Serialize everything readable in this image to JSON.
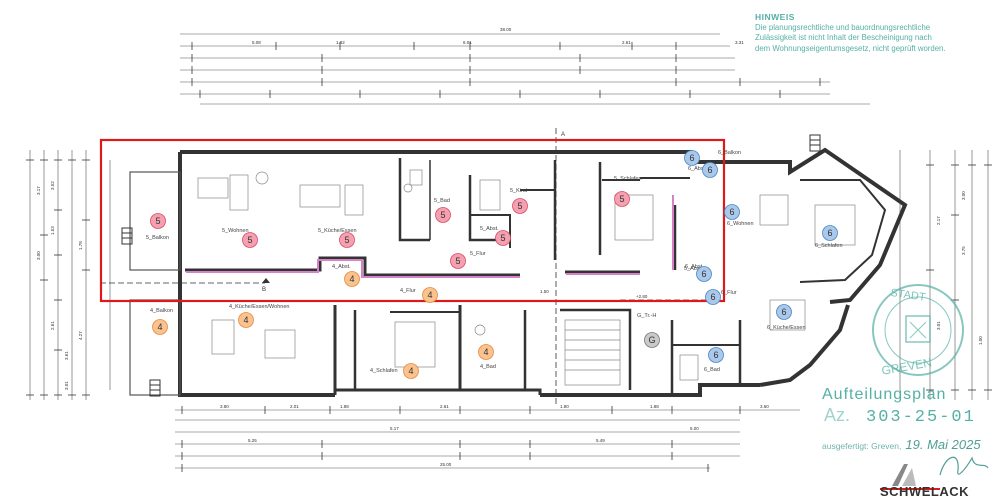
{
  "note": {
    "heading": "HINWEIS",
    "lines": [
      "Die planungsrechtliche und bauordnungsrechtliche",
      "Zulässigkeit ist nicht Inhalt der Bescheinigung nach",
      "dem Wohnungseigentumsgesetz, nicht geprüft worden."
    ]
  },
  "rooms": {
    "u5": [
      "5_Balkon",
      "5_Wohnen",
      "5_Küche/Essen",
      "5_Bad",
      "5_Kind",
      "5_Abst.",
      "5_Flur",
      "5_Schlafen",
      "5_Abst.",
      "4_Abst."
    ],
    "u4": [
      "4_Balkon",
      "4_Küche/Essen/Wohnen",
      "4_Flur",
      "4_Schlafen",
      "4_Bad"
    ],
    "u6": [
      "6_Balkon",
      "6_Abst.",
      "6_Wohnen",
      "6_Schlafen",
      "6_Abst.",
      "6_Flur",
      "6_Küche/Essen",
      "6_Bad"
    ],
    "common": [
      "G_Tr.-H"
    ]
  },
  "unit_numbers": {
    "u5": "5",
    "u4": "4",
    "u6": "6",
    "common": "G"
  },
  "markers": {
    "section_a": "A",
    "section_b": "B"
  },
  "dimensions": {
    "top_total": "38.00",
    "bottom_total": "25.00",
    "top_row": [
      "5.08",
      "1.82",
      "6.01",
      "2.61",
      "3.31"
    ],
    "bottom_row": [
      "3.80",
      "2.01",
      "1.88",
      "2.61",
      "1.80",
      "1.88",
      "3.60"
    ],
    "bottom_row2": [
      "5.25",
      "5.17",
      "5.49",
      "5.00"
    ],
    "left_side": [
      "3.17",
      "3.00",
      "3.52",
      "1.53",
      "2.61",
      "1.78",
      "4.27",
      "3.61",
      "3.01"
    ],
    "right_side": [
      "3.00",
      "3.75",
      "2.17",
      "3.01",
      "1.00"
    ],
    "levels": [
      "+2.80",
      "1.50"
    ]
  },
  "stamp": {
    "title": "Aufteilungsplan",
    "prefix": "Az.",
    "number": "303-25-01",
    "issued_label": "ausgefertigt: Greven,",
    "issued_date": "19. Mai 2025",
    "seal_text_top": "STADT",
    "seal_text_bottom": "GREVEN"
  },
  "company": "SCHWELACK",
  "colors": {
    "unit5_fill": "#f5a0b0",
    "unit5_stroke": "#d94a62",
    "unit4_fill": "#f9c28e",
    "unit4_stroke": "#e58a3a",
    "unit6_fill": "#a9c8ea",
    "unit6_stroke": "#4a84c4",
    "common_fill": "#c9c9c9",
    "highlight_red": "#e01818",
    "partition_pink": "#d880c8",
    "stamp_teal": "#55b0a5"
  }
}
